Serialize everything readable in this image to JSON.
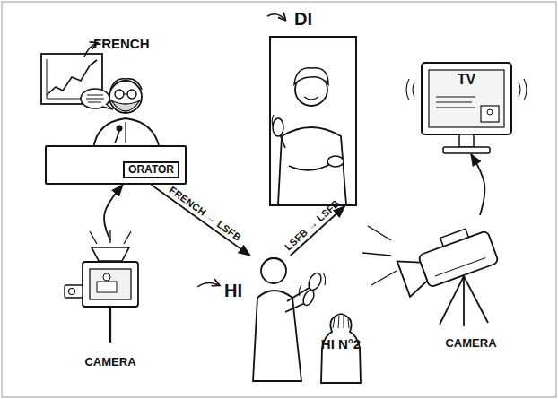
{
  "diagram": {
    "nodes": [
      {
        "text": [
          "ORATOR"
        ]
      },
      {
        "text": [
          "HI"
        ]
      },
      {
        "text": [
          "DI"
        ]
      },
      {
        "text": [
          "TV"
        ]
      },
      {
        "text": [
          "CAMERA"
        ]
      },
      {
        "text": [
          "CAMERA"
        ]
      },
      {
        "text": [
          "HI N°2"
        ]
      }
    ],
    "edges": [
      {
        "from": 0,
        "to": 1,
        "label": "FRENCH → LSFB",
        "arrow": "to"
      },
      {
        "from": 1,
        "to": 2,
        "label": "LSFB → LSFB",
        "arrow": "to"
      },
      {
        "from": 5,
        "to": 3,
        "arrow": "to"
      },
      {
        "from": 4,
        "to": 0,
        "arrow": "to"
      }
    ],
    "labels": [
      "FRENCH"
    ]
  }
}
